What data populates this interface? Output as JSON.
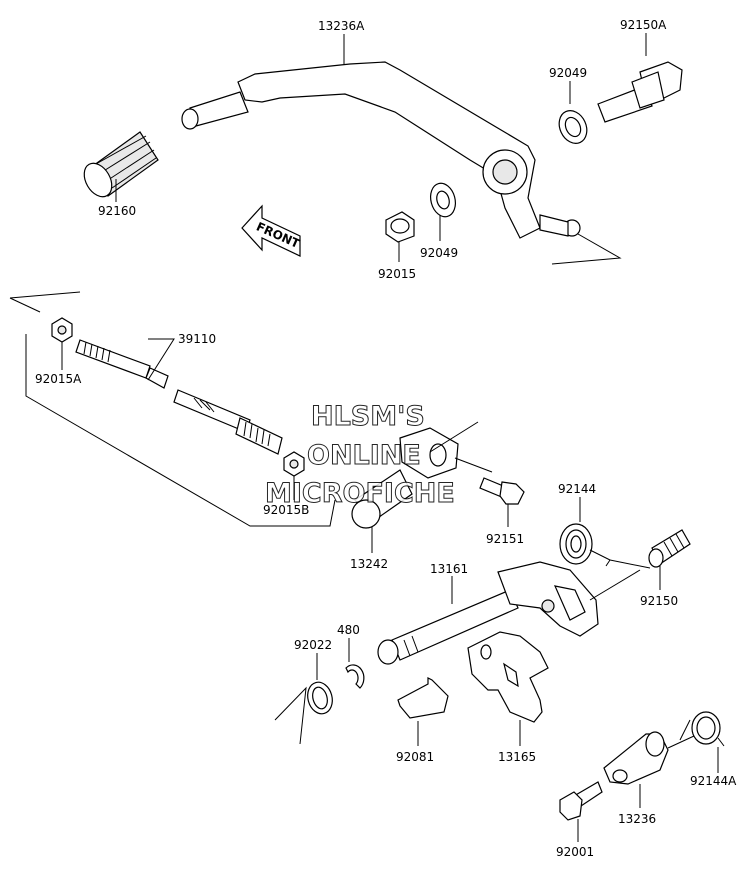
{
  "watermark": {
    "line1": "HLSM'S",
    "line2": "ONLINE",
    "line3": "MICROFICHE"
  },
  "front_arrow": {
    "text": "FRONT"
  },
  "parts": {
    "p13236A": "13236A",
    "p92150A": "92150A",
    "p92049a": "92049",
    "p92160": "92160",
    "p92049b": "92049",
    "p92015": "92015",
    "p39110": "39110",
    "p92015A": "92015A",
    "p92015B": "92015B",
    "p13242": "13242",
    "p92151": "92151",
    "p92144": "92144",
    "p13161": "13161",
    "p92150": "92150",
    "p480": "480",
    "p92022": "92022",
    "p92081": "92081",
    "p13165": "13165",
    "p92144A": "92144A",
    "p13236": "13236",
    "p92001": "92001"
  }
}
